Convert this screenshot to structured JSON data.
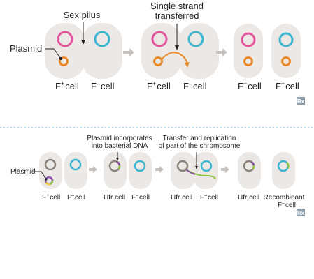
{
  "top_panel": {
    "annotations": {
      "sex_pilus": "Sex pilus",
      "single_strand_1": "Single strand",
      "single_strand_2": "transferred",
      "plasmid": "Plasmid"
    },
    "cell_labels": [
      "F",
      "F",
      "F",
      "F",
      "F",
      "F"
    ],
    "cell_superscripts": [
      "+",
      "–",
      "+",
      "–",
      "+",
      "+"
    ],
    "cell_suffix": "cell",
    "badge": "Rx"
  },
  "bottom_panel": {
    "annotations": {
      "plasmid": "Plasmid",
      "incorporates_1": "Plasmid incorporates",
      "incorporates_2": "into bacterial DNA",
      "transfer_1": "Transfer and replication",
      "transfer_2": "of part of the chromosome"
    },
    "labels": {
      "f_plus": "F",
      "f_plus_sup": "+",
      "f_minus": "F",
      "f_minus_sup": "–",
      "hfr": "Hfr cell",
      "cell": "cell",
      "recombinant_1": "Recombinant",
      "recombinant_2": "F",
      "recombinant_sup": "–",
      "recombinant_3": "cell"
    },
    "badge": "Rx"
  },
  "colors": {
    "cell_fill": "#ebe8e5",
    "pink_ring": "#e0559b",
    "cyan_ring": "#3bb5d0",
    "orange_plasmid": "#e98a2a",
    "gray_ring": "#8c8279",
    "purple": "#8b4fa3",
    "yellow": "#f3cf3a",
    "green": "#8cc63f",
    "arrow": "#c7c2bd",
    "divider": "#6fa9c9"
  }
}
